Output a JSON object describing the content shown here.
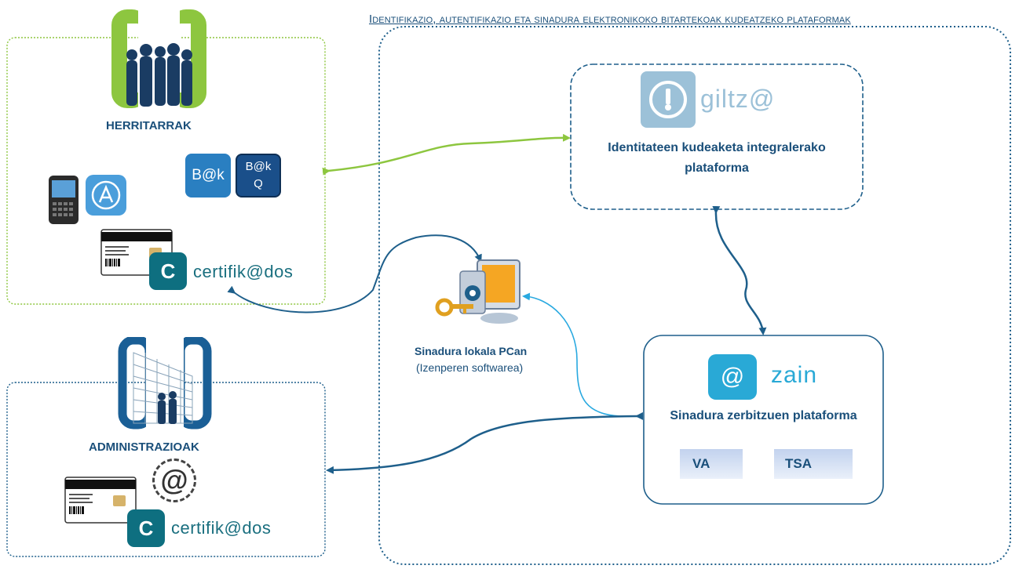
{
  "header": {
    "title": "Identifikazio, autentifikazio eta sinadura elektronikoko bitartekoak kudeatzeko plataformak"
  },
  "citizens": {
    "label": "HERRITARRAK",
    "bak_logo": "B@k",
    "bakq_logo_top": "B@k",
    "bakq_logo_bottom": "Q",
    "certifikados": "certifik@dos",
    "cert_icon_letter": "C",
    "icons": [
      "people-icon",
      "mobile-phone-icon",
      "app-store-icon",
      "id-card-icon"
    ]
  },
  "admin": {
    "label": "ADMINISTRAZIOAK",
    "certifikados": "certifik@dos",
    "cert_icon_letter": "C",
    "at_stamp": "@",
    "icons": [
      "building-people-icon",
      "id-card-icon",
      "at-stamp-icon"
    ]
  },
  "giltza": {
    "logo_text": "giltz@",
    "desc_line1": "Identitateen kudeaketa integralerako",
    "desc_line2": "plataforma"
  },
  "pcan": {
    "title": "Sinadura lokala PCan",
    "subtitle": "(Izenperen softwarea)",
    "icon": "computer-key-icon"
  },
  "zain": {
    "logo_text": "zain",
    "logo_symbol": "@",
    "desc": "Sinadura zerbitzuen plataforma",
    "chips": [
      "VA",
      "TSA"
    ]
  },
  "colors": {
    "dark_blue": "#1a4f7a",
    "teal": "#1e5f8b",
    "green": "#8dc63f",
    "light_blue": "#29a9e0",
    "steel": "#2a6b9a"
  }
}
